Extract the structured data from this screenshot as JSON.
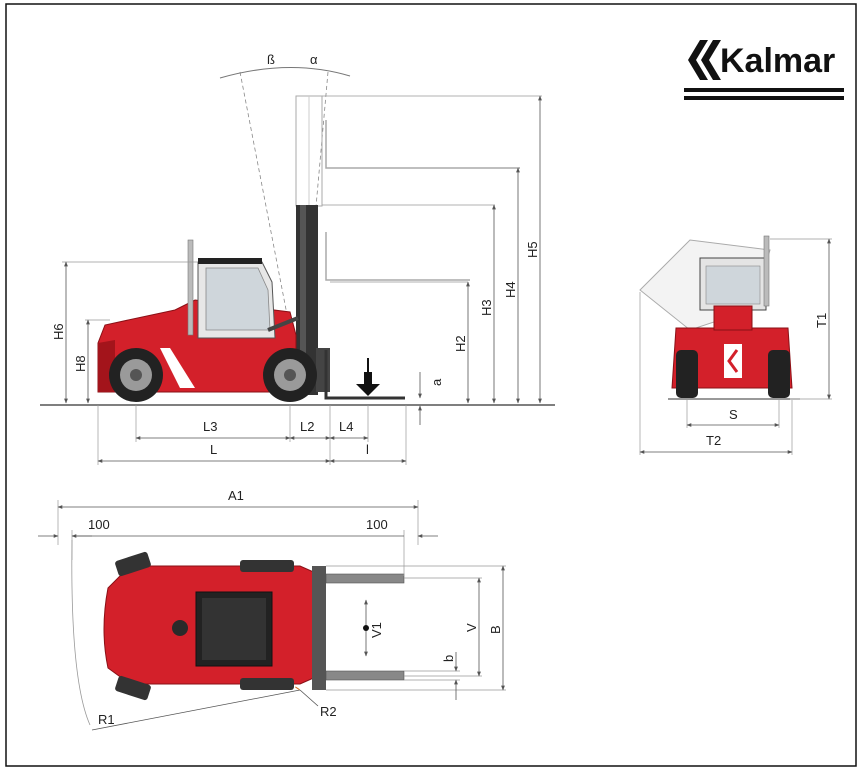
{
  "brand": {
    "name": "Kalmar"
  },
  "colors": {
    "body_red": "#d3202a",
    "dark_red": "#a3141b",
    "frame": "#111111",
    "line": "#555555",
    "glass": "#cfd6db"
  },
  "side_view": {
    "labels": {
      "tilt_back": "ß",
      "tilt_forward": "α",
      "h2": "H2",
      "h3": "H3",
      "h4": "H4",
      "h5": "H5",
      "h6": "H6",
      "h8": "H8",
      "a": "a",
      "l": "L",
      "l2": "L2",
      "l3": "L3",
      "l4": "L4",
      "fork_length": "l"
    }
  },
  "rear_view": {
    "labels": {
      "t1": "T1",
      "t2": "T2",
      "s": "S"
    }
  },
  "top_view": {
    "labels": {
      "a1": "A1",
      "clearance_left": "100",
      "clearance_right": "100",
      "r1": "R1",
      "r2": "R2",
      "b_small": "b",
      "v": "V",
      "b_width": "B",
      "v1": "V1"
    }
  }
}
